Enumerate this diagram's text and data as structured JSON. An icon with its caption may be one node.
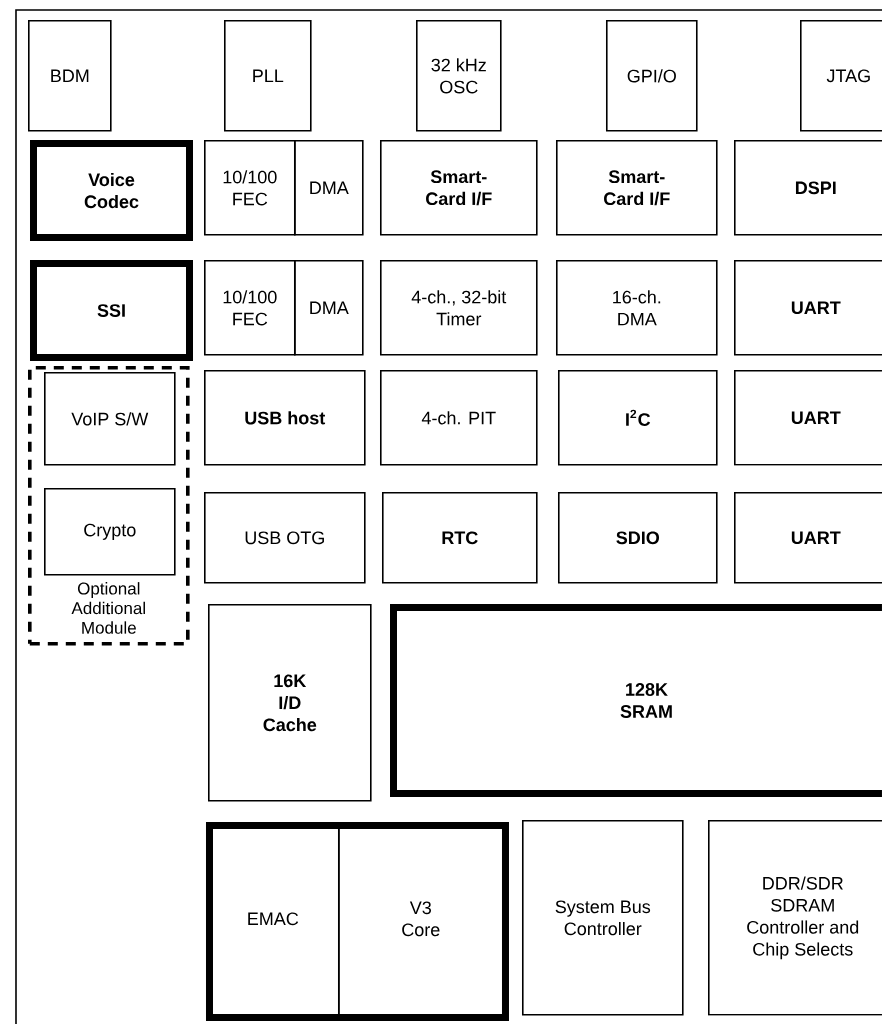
{
  "diagram": {
    "nodes": [
      {
        "text": [
          "BDM"
        ]
      },
      {
        "text": [
          "PLL"
        ]
      },
      {
        "text": [
          "32 kHz OSC"
        ]
      },
      {
        "text": [
          "GPI/O"
        ]
      },
      {
        "text": [
          "JTAG"
        ]
      },
      {
        "text": [
          "Voice Codec"
        ]
      },
      {
        "text": [
          "10/100 FEC"
        ]
      },
      {
        "text": [
          "DMA"
        ]
      },
      {
        "text": [
          "Smart-Card I/F"
        ]
      },
      {
        "text": [
          "Smart-Card I/F"
        ]
      },
      {
        "text": [
          "DSPI"
        ]
      },
      {
        "text": [
          "SSI"
        ]
      },
      {
        "text": [
          "10/100 FEC"
        ]
      },
      {
        "text": [
          "DMA"
        ]
      },
      {
        "text": [
          "4-ch., 32-bit Timer"
        ]
      },
      {
        "text": [
          "16-ch. DMA"
        ]
      },
      {
        "text": [
          "UART"
        ]
      },
      {
        "text": [
          "Optional Additional Module"
        ]
      },
      {
        "text": [
          "VoIP S/W"
        ],
        "in": 17
      },
      {
        "text": [
          "USB host"
        ]
      },
      {
        "text": [
          "4-ch. PIT"
        ]
      },
      {
        "text": [
          "I$^{2}$C"
        ]
      },
      {
        "text": [
          "UART"
        ]
      },
      {
        "text": [
          "Crypto"
        ],
        "in": 17
      },
      {
        "text": [
          "USB OTG"
        ]
      },
      {
        "text": [
          "RTC"
        ]
      },
      {
        "text": [
          "SDIO"
        ]
      },
      {
        "text": [
          "UART"
        ]
      },
      {
        "text": [
          "16K I/D Cache"
        ]
      },
      {
        "text": [
          "128K SRAM"
        ]
      },
      {
        "text": [],
        "shape": "box"
      },
      {
        "text": [
          "EMAC"
        ],
        "in": 30
      },
      {
        "text": [
          "V3 Core"
        ],
        "in": 30
      },
      {
        "text": [
          "System Bus Controller"
        ]
      },
      {
        "text": [
          "DDR/SDR SDRAM Controller and Chip Selects"
        ]
      }
    ]
  }
}
